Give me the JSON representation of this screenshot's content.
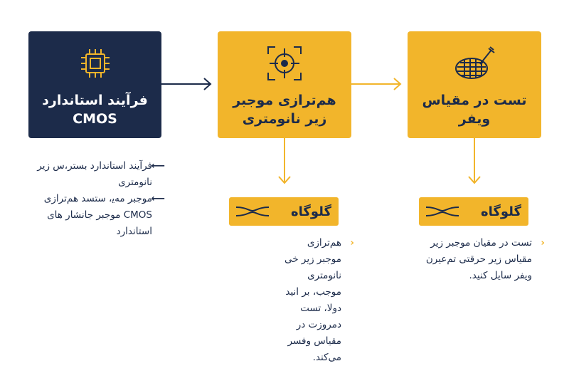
{
  "boxes": {
    "cmos": {
      "title": "فرآیند استاندارد\nCMOS",
      "icon": "chip-icon"
    },
    "alignment": {
      "title": "هم‌ترازی موجبر\nزیر نانومتری",
      "icon": "crosshair-icon"
    },
    "wafer": {
      "title": "تست در مقیاس\nویفر",
      "icon": "wafer-probe-icon"
    }
  },
  "bottlenecks": {
    "alignment": {
      "label": "گلوگاه",
      "icon": "constriction-icon"
    },
    "wafer": {
      "label": "گلوگاه",
      "icon": "constriction-icon"
    }
  },
  "descriptions": {
    "cmos": [
      "فرآیند استاندارد بستر،س زیر نانومتری",
      "موجبر ﻣﻪﯾ، ستسد هم‌ترازی CMOS موجبر جانشار های استاندارد"
    ],
    "alignment": [
      "هم‌ترازی موجبر زیر خی نانومتری موجب، بر انید دولا، تست دمروزت در مقیاس وفسر می‌کند."
    ],
    "wafer": [
      "تست در مقیان موجبر زیر مقیاس زیر حرقتی تم‌عیرن ویفر سایل کنید."
    ]
  },
  "colors": {
    "dark": "#1c2b4a",
    "gold": "#f2b52b",
    "background": "#ffffff"
  }
}
